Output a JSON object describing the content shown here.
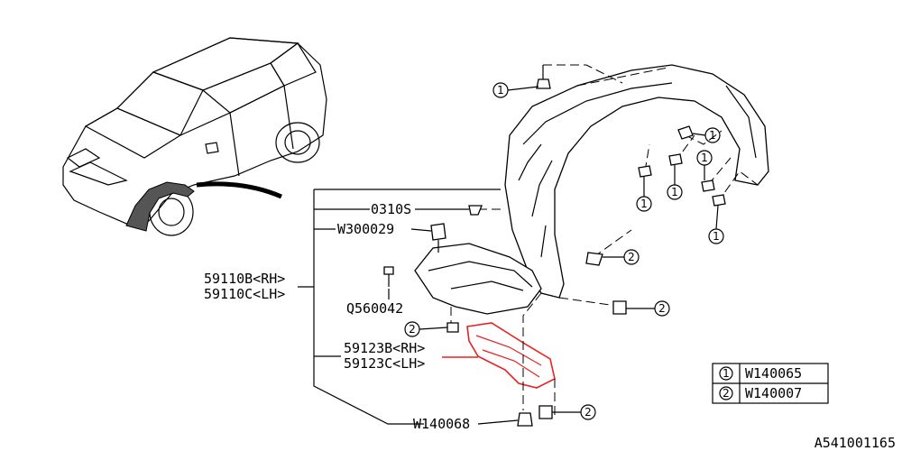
{
  "callouts": {
    "clip": "0310S",
    "nut": "W300029",
    "liner_rh": "59110B<RH>",
    "liner_lh": "59110C<LH>",
    "bolt": "Q560042",
    "cover_rh": "59123B<RH>",
    "cover_lh": "59123C<LH>",
    "screw": "W140068"
  },
  "marker_1": "1",
  "marker_2": "2",
  "legend": {
    "rows": [
      {
        "marker": "1",
        "code": "W140065"
      },
      {
        "marker": "2",
        "code": "W140007"
      }
    ]
  },
  "diagram_code": "A541001165",
  "colors": {
    "highlight": "#e8211f",
    "ink": "#000000"
  }
}
